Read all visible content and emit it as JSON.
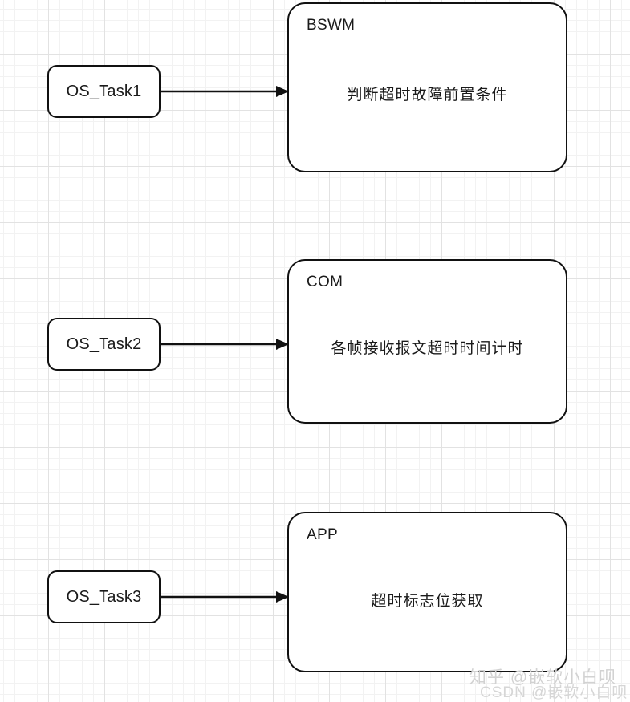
{
  "diagram": {
    "type": "flow-diagram",
    "tasks": [
      {
        "id": "os-task1",
        "label": "OS_Task1"
      },
      {
        "id": "os-task2",
        "label": "OS_Task2"
      },
      {
        "id": "os-task3",
        "label": "OS_Task3"
      }
    ],
    "modules": [
      {
        "id": "bswm",
        "title": "BSWM",
        "body": "判断超时故障前置条件"
      },
      {
        "id": "com",
        "title": "COM",
        "body": "各帧接收报文超时时间计时"
      },
      {
        "id": "app",
        "title": "APP",
        "body": "超时标志位获取"
      }
    ],
    "edges": [
      {
        "id": "edge-task1-bswm",
        "from": "OS_Task1",
        "to": "BSWM",
        "label": ""
      },
      {
        "id": "edge-task2-com",
        "from": "OS_Task2",
        "to": "COM",
        "label": ""
      },
      {
        "id": "edge-task3-app",
        "from": "OS_Task3",
        "to": "APP",
        "label": ""
      }
    ],
    "colors": {
      "stroke": "#111111",
      "fill": "#ffffff",
      "grid_major": "#e2e2e2",
      "grid_minor": "#f2f2f2",
      "text": "#1a1a1a",
      "watermark": "#d4d4d4"
    }
  },
  "watermarks": {
    "zhihu": "知乎 @嵌软小白呗",
    "csdn": "CSDN @嵌软小白呗"
  }
}
